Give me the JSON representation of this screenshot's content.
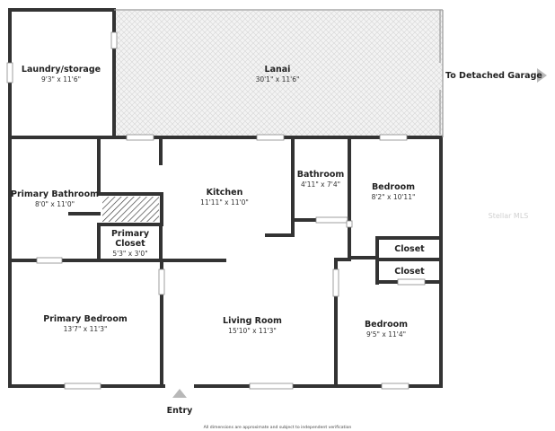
{
  "rooms": {
    "laundry": {
      "name": "Laundry/storage",
      "dim": "9'3\" x 11'6\""
    },
    "lanai": {
      "name": "Lanai",
      "dim": "30'1\" x 11'6\""
    },
    "primary_bath": {
      "name": "Primary Bathroom",
      "dim": "8'0\" x 11'0\""
    },
    "kitchen": {
      "name": "Kitchen",
      "dim": "11'11\" x 11'0\""
    },
    "bathroom": {
      "name": "Bathroom",
      "dim": "4'11\" x 7'4\""
    },
    "bedroom_upper": {
      "name": "Bedroom",
      "dim": "8'2\" x 10'11\""
    },
    "primary_closet": {
      "name_line1": "Primary",
      "name_line2": "Closet",
      "dim": "5'3\" x 3'0\""
    },
    "closet_a": {
      "name": "Closet"
    },
    "closet_b": {
      "name": "Closet"
    },
    "primary_bedroom": {
      "name": "Primary Bedroom",
      "dim": "13'7\" x 11'3\""
    },
    "living_room": {
      "name": "Living Room",
      "dim": "15'10\" x 11'3\""
    },
    "bedroom_lower": {
      "name": "Bedroom",
      "dim": "9'5\" x 11'4\""
    }
  },
  "labels": {
    "garage": "To Detached Garage",
    "entry": "Entry",
    "disclaimer": "All dimensions are approximate and subject to independent verification",
    "watermark": "Stellar MLS"
  },
  "colors": {
    "wall": "#333333",
    "lanai_floor": "#f2f2f2",
    "arrow": "#b8b8b8",
    "window": "#ffffff"
  }
}
